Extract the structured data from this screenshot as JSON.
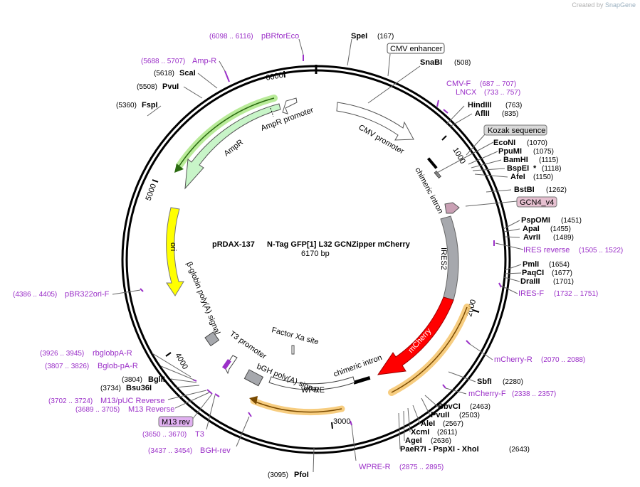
{
  "credit": {
    "prefix": "Created by",
    "brand": "SnapGene"
  },
  "plasmid": {
    "name": "pRDAX-137",
    "description": "N-Tag GFP[1] L32 GCNZipper mCherry",
    "length_label": "6170 bp"
  },
  "ticks": [
    "1000",
    "2000",
    "3000",
    "4000",
    "5000",
    "6000"
  ],
  "features": [
    {
      "name": "CMV enhancer",
      "color": "#ffffff"
    },
    {
      "name": "CMV promoter",
      "color": "#ffffff"
    },
    {
      "name": "Kozak sequence",
      "color": "#d9d9d9"
    },
    {
      "name": "chimeric intron",
      "color": "#000000"
    },
    {
      "name": "GCN4_v4",
      "color": "#c9a0b4"
    },
    {
      "name": "IRES2",
      "color": "#a6a8ad"
    },
    {
      "name": "mCherry",
      "color": "#ff0000"
    },
    {
      "name": "chimeric intron",
      "color": "#000000"
    },
    {
      "name": "WPRE",
      "color": "#ffffff"
    },
    {
      "name": "bGH poly(A) signal",
      "color": "#a6a8ad"
    },
    {
      "name": "Factor Xa site",
      "color": "#ffffff"
    },
    {
      "name": "T3 promoter",
      "color": "#ffffff"
    },
    {
      "name": "β-globin poly(A) signal",
      "color": "#a6a8ad"
    },
    {
      "name": "ori",
      "color": "#ffff00"
    },
    {
      "name": "AmpR",
      "color": "#c8f5c8"
    },
    {
      "name": "AmpR promoter",
      "color": "#ffffff"
    },
    {
      "name": "M13 rev",
      "color": "#e0b0f0"
    }
  ],
  "sites": [
    {
      "name": "SpeI",
      "pos": "(167)"
    },
    {
      "name": "SnaBI",
      "pos": "(508)"
    },
    {
      "name": "HindIII",
      "pos": "(763)"
    },
    {
      "name": "AflII",
      "pos": "(835)"
    },
    {
      "name": "EcoNI",
      "pos": "(1070)"
    },
    {
      "name": "PpuMI",
      "pos": "(1075)"
    },
    {
      "name": "BamHI",
      "pos": "(1115)"
    },
    {
      "name": "BspEI",
      "pos": "(1118)",
      "star": "*"
    },
    {
      "name": "AfeI",
      "pos": "(1150)"
    },
    {
      "name": "BstBI",
      "pos": "(1262)"
    },
    {
      "name": "PspOMI",
      "pos": "(1451)"
    },
    {
      "name": "ApaI",
      "pos": "(1455)"
    },
    {
      "name": "AvrII",
      "pos": "(1489)"
    },
    {
      "name": "PmlI",
      "pos": "(1654)"
    },
    {
      "name": "PaqCI",
      "pos": "(1677)"
    },
    {
      "name": "DraIII",
      "pos": "(1701)"
    },
    {
      "name": "SbfI",
      "pos": "(2280)"
    },
    {
      "name": "BbvCI",
      "pos": "(2463)"
    },
    {
      "name": "PvuII",
      "pos": "(2503)"
    },
    {
      "name": "AleI",
      "pos": "(2567)"
    },
    {
      "name": "XcmI",
      "pos": "(2611)"
    },
    {
      "name": "AgeI",
      "pos": "(2636)"
    },
    {
      "name": "PaeR7I - PspXI - XhoI",
      "pos": "(2643)"
    },
    {
      "name": "PfoI",
      "pos": "(3095)"
    },
    {
      "name": "BglII",
      "pos": "(3804)"
    },
    {
      "name": "Bsu36I",
      "pos": "(3734)"
    },
    {
      "name": "FspI",
      "pos": "(5360)"
    },
    {
      "name": "PvuI",
      "pos": "(5508)"
    },
    {
      "name": "ScaI",
      "pos": "(5618)"
    }
  ],
  "primers": [
    {
      "name": "pBRforEco",
      "range": "(6098 .. 6116)"
    },
    {
      "name": "Amp-R",
      "range": "(5688 .. 5707)"
    },
    {
      "name": "CMV-F",
      "range": "(687 .. 707)"
    },
    {
      "name": "LNCX",
      "range": "(733 .. 757)"
    },
    {
      "name": "IRES reverse",
      "range": "(1505 .. 1522)"
    },
    {
      "name": "IRES-F",
      "range": "(1732 .. 1751)"
    },
    {
      "name": "mCherry-R",
      "range": "(2070 .. 2088)"
    },
    {
      "name": "mCherry-F",
      "range": "(2338 .. 2357)"
    },
    {
      "name": "WPRE-R",
      "range": "(2875 .. 2895)"
    },
    {
      "name": "pBR322ori-F",
      "range": "(4386 .. 4405)"
    },
    {
      "name": "rbglobpA-R",
      "range": "(3926 .. 3945)"
    },
    {
      "name": "Bglob-pA-R",
      "range": "(3807 .. 3826)"
    },
    {
      "name": "M13/pUC Reverse",
      "range": "(3702 .. 3724)"
    },
    {
      "name": "M13 Reverse",
      "range": "(3689 .. 3705)"
    },
    {
      "name": "T3",
      "range": "(3650 .. 3670)"
    },
    {
      "name": "BGH-rev",
      "range": "(3437 .. 3454)"
    }
  ],
  "colors": {
    "backbone": "#000000",
    "primer": "#9b30c8",
    "orf_highlight": "#f5c060",
    "ampr_highlight": "#7ad14a"
  }
}
